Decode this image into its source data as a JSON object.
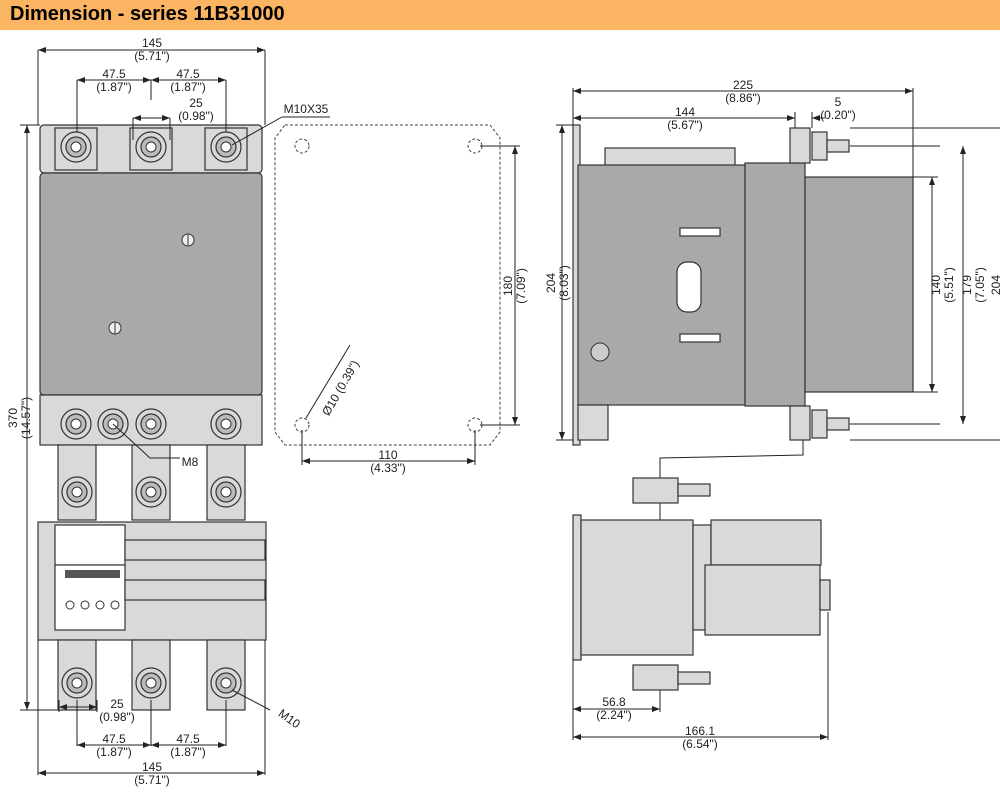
{
  "header": {
    "title": "Dimension - series 11B31000"
  },
  "front_view": {
    "width_top": {
      "mm": "145",
      "in": "(5.71\")"
    },
    "pitch_top_left": {
      "mm": "47.5",
      "in": "(1.87\")"
    },
    "pitch_top_right": {
      "mm": "47.5",
      "in": "(1.87\")"
    },
    "terminal_width_top": {
      "mm": "25",
      "in": "(0.98\")"
    },
    "top_screw_label": "M10X35",
    "aux_screw_label": "M8",
    "bottom_screw_label": "M10",
    "height": {
      "mm": "370",
      "in": "(14.57\")"
    },
    "terminal_width_bottom": {
      "mm": "25",
      "in": "(0.98\")"
    },
    "pitch_bottom_left": {
      "mm": "47.5",
      "in": "(1.87\")"
    },
    "pitch_bottom_right": {
      "mm": "47.5",
      "in": "(1.87\")"
    },
    "width_bottom": {
      "mm": "145",
      "in": "(5.71\")"
    }
  },
  "mounting_plate": {
    "hole_vertical": {
      "mm": "180",
      "in": "(7.09\")"
    },
    "hole_horizontal": {
      "mm": "110",
      "in": "(4.33\")"
    },
    "hole_diameter": "Ø10 (0.39\")"
  },
  "side_view": {
    "depth_total": {
      "mm": "225",
      "in": "(8.86\")"
    },
    "depth_to_terminal": {
      "mm": "144",
      "in": "(5.67\")"
    },
    "terminal_offset": {
      "mm": "5",
      "in": "(0.20\")"
    },
    "height": {
      "mm": "204",
      "in": "(8.03\")"
    },
    "terminal_pitch": {
      "mm": "140",
      "in": "(5.51\")"
    },
    "body_height": {
      "mm": "179",
      "in": "(7.05\")"
    },
    "height_right": {
      "mm": "204"
    },
    "relay_offset": {
      "mm": "56.8",
      "in": "(2.24\")"
    },
    "relay_depth": {
      "mm": "166.1",
      "in": "(6.54\")"
    }
  }
}
